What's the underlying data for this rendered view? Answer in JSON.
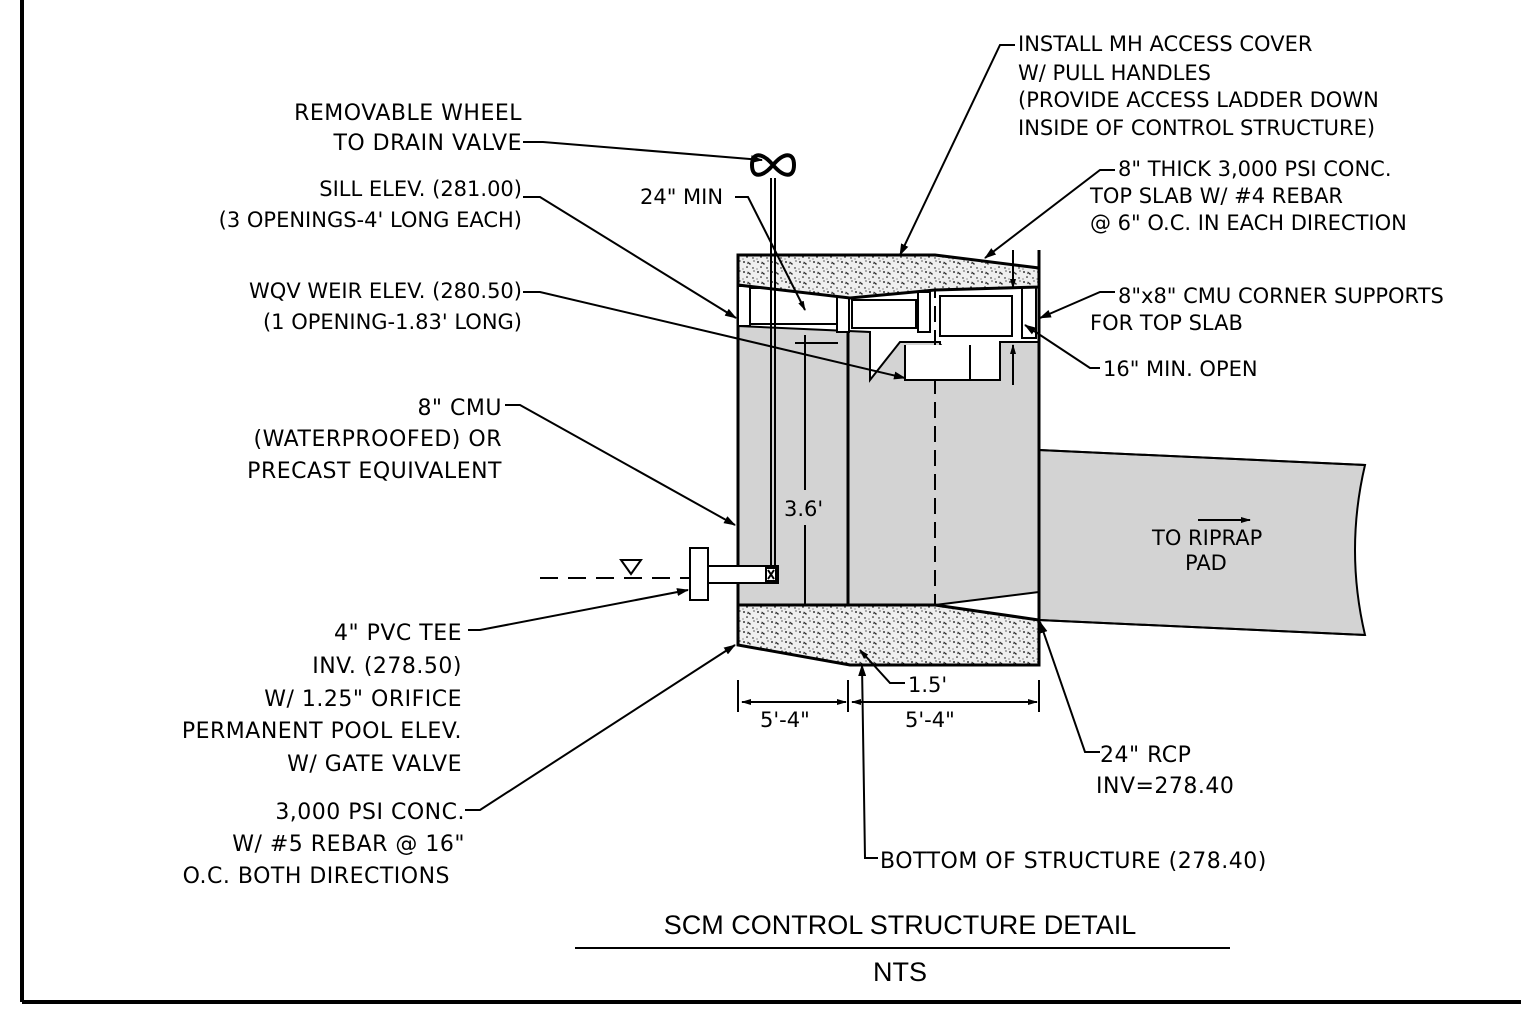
{
  "title": "SCM CONTROL STRUCTURE DETAIL",
  "scale": "NTS",
  "callouts": {
    "wheel": [
      "REMOVABLE WHEEL",
      "TO DRAIN VALVE"
    ],
    "sill": [
      "SILL ELEV. (281.00)",
      "(3 OPENINGS-4' LONG EACH)"
    ],
    "wqv": [
      "WQV WEIR ELEV. (280.50)",
      "(1 OPENING-1.83' LONG)"
    ],
    "cmu": [
      "8\" CMU",
      "(WATERPROOFED) OR",
      "PRECAST EQUIVALENT"
    ],
    "pvc": [
      "4\" PVC TEE",
      "INV. (278.50)",
      "W/ 1.25\" ORIFICE",
      "PERMANENT POOL ELEV.",
      "W/ GATE VALVE"
    ],
    "base": [
      "3,000 PSI CONC.",
      "W/ #5 REBAR @ 16\"",
      "O.C. BOTH DIRECTIONS"
    ],
    "mh": [
      "INSTALL MH ACCESS COVER",
      "W/ PULL HANDLES",
      "(PROVIDE ACCESS LADDER DOWN",
      "INSIDE OF CONTROL STRUCTURE)"
    ],
    "slab": [
      "8\" THICK 3,000 PSI CONC.",
      "TOP SLAB W/ #4 REBAR",
      "@ 6\" O.C. IN EACH DIRECTION"
    ],
    "corner": [
      "8\"x8\" CMU CORNER SUPPORTS",
      "FOR TOP SLAB"
    ],
    "open": "16\" MIN. OPEN",
    "rcp": [
      "24\" RCP",
      "INV=278.40"
    ],
    "bottom": "BOTTOM OF STRUCTURE (278.40)",
    "riprap": [
      "TO RIPRAP",
      "PAD"
    ]
  },
  "dimensions": {
    "min24": "24\" MIN",
    "h36": "3.6'",
    "w15": "1.5'",
    "left54": "5'-4\"",
    "right54": "5'-4\""
  },
  "colors": {
    "fill": "#d3d3d3",
    "line": "#000000"
  },
  "icons": {
    "wheel": "infinity-wheel-icon",
    "water_level": "water-level-triangle-icon"
  }
}
